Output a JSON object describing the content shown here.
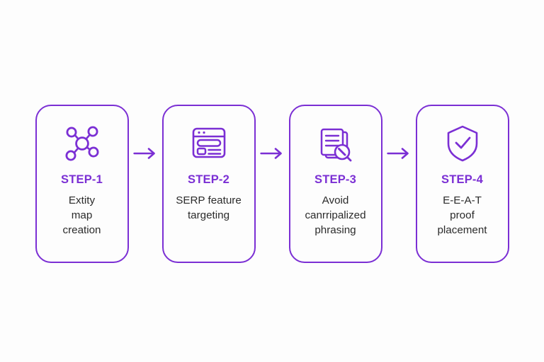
{
  "page": {
    "background_color": "#fdfdfd",
    "accent_color": "#7b2fd4",
    "text_color": "#2b2b2b",
    "type": "horizontal-4-step-process-flow"
  },
  "steps": [
    {
      "icon": "network-nodes-icon",
      "step_label": "STEP-1",
      "text": "Extity\nmap\ncreation"
    },
    {
      "icon": "browser-serp-window-icon",
      "step_label": "STEP-2",
      "text": "SERP feature\ntargeting"
    },
    {
      "icon": "documents-magnifier-icon",
      "step_label": "STEP-3",
      "text": "Avoid\ncanrripalized\nphrasing"
    },
    {
      "icon": "shield-check-icon",
      "step_label": "STEP-4",
      "text": "E-E-A-T\nproof\nplacement"
    }
  ],
  "connectors": [
    {
      "icon": "arrow-right-icon"
    },
    {
      "icon": "arrow-right-icon"
    },
    {
      "icon": "arrow-right-icon"
    }
  ]
}
